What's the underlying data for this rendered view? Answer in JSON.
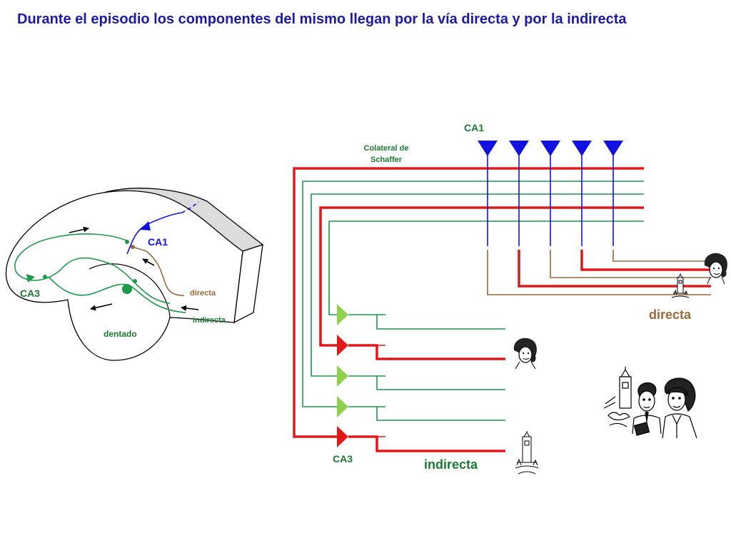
{
  "slide": {
    "title": "Durante el episodio los componentes del mismo llegan por la vía directa y por la indirecta"
  },
  "hippocampus": {
    "labels": {
      "ca1": "CA1",
      "ca3": "CA3",
      "dentate": "dentado",
      "direct": "directa",
      "indirect": "indirecta"
    }
  },
  "circuit": {
    "labels": {
      "ca1": "CA1",
      "schaffer_line1": "Colateral de",
      "schaffer_line2": "Schaffer",
      "ca3": "CA3",
      "direct": "directa",
      "indirect": "indirecta"
    }
  },
  "colors": {
    "title": "#1a1aa6",
    "ca1": "#1010e0",
    "active": "#e01818",
    "green": "#1a9a4a",
    "light_green": "#8fd14f",
    "brown": "#9a6a3a",
    "dark_green": "#1a7a30"
  },
  "icons": [
    "woman-face-icon",
    "tower-icon",
    "couple-with-tower-icon"
  ]
}
